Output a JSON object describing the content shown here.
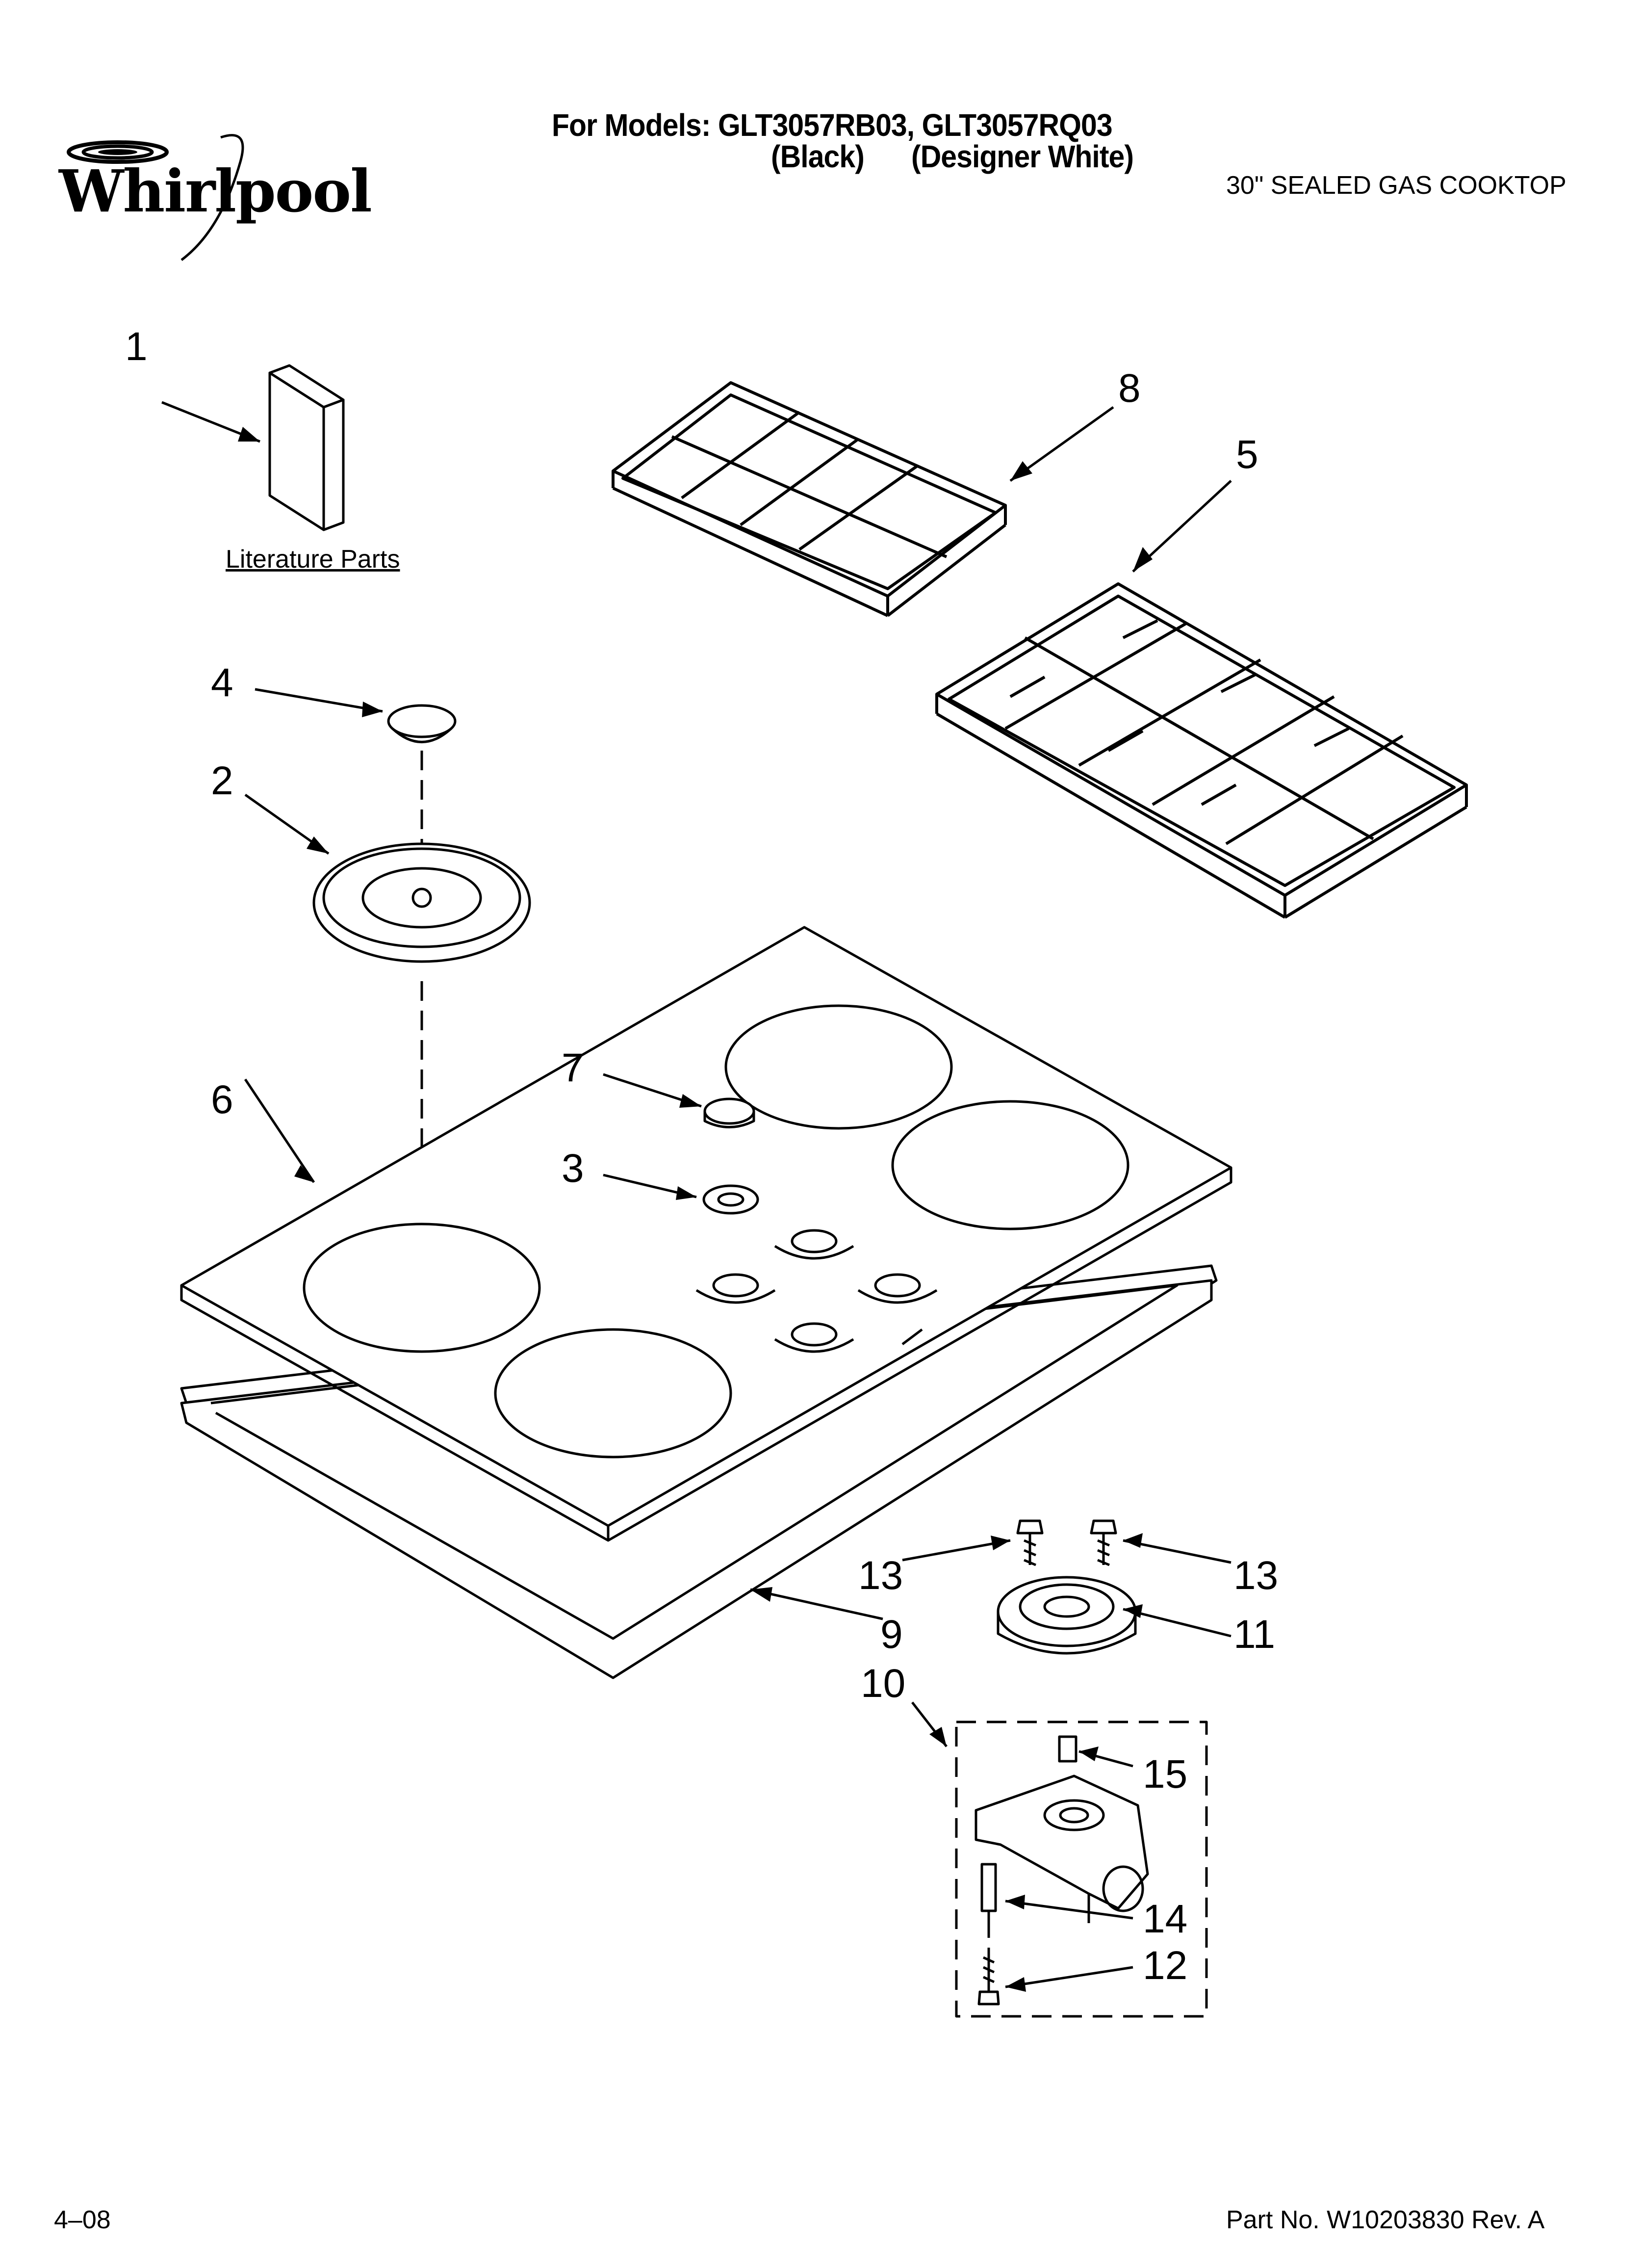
{
  "brand": {
    "name": "Whirlpool",
    "logo_icon": "whirlpool-swirl-icon"
  },
  "header": {
    "models_line": "For Models: GLT3057RB03, GLT3057RQ03",
    "color_black": "(Black)",
    "color_white": "(Designer White)",
    "product": "30\" SEALED GAS COOKTOP"
  },
  "literature_label": "Literature Parts",
  "callouts": {
    "c1": "1",
    "c2": "2",
    "c3": "3",
    "c4": "4",
    "c5": "5",
    "c6": "6",
    "c7": "7",
    "c8": "8",
    "c9": "9",
    "c10": "10",
    "c11": "11",
    "c12": "12",
    "c13a": "13",
    "c13b": "13",
    "c14": "14",
    "c15": "15"
  },
  "footer": {
    "date": "4–08",
    "part_no": "Part No. W10203830 Rev. A"
  }
}
